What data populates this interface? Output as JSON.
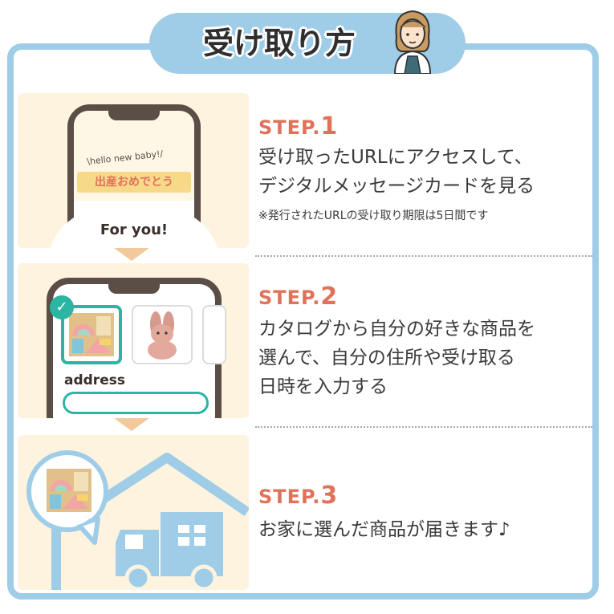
{
  "header": {
    "title": "受け取り方",
    "avatar_icon": "woman-avatar-icon"
  },
  "steps": [
    {
      "label": "STEP.",
      "number": "1",
      "lines": [
        "受け取ったURLにアクセスして、",
        "デジタルメッセージカードを見る"
      ],
      "note": "※発行されたURLの受け取り期限は5日間です"
    },
    {
      "label": "STEP.",
      "number": "2",
      "lines": [
        "カタログから自分の好きな商品を",
        "選んで、自分の住所や受け取る",
        "日時を入力する"
      ]
    },
    {
      "label": "STEP.",
      "number": "3",
      "lines": [
        "お家に選んだ商品が届きます♪"
      ]
    }
  ],
  "illustrations": {
    "phone1": {
      "hello_text": "\\hello new baby!/",
      "banner_text": "出産おめでとう",
      "card_text": "For you!"
    },
    "phone2": {
      "address_label": "address"
    }
  },
  "colors": {
    "accent_blue": "#9fcde8",
    "step_red": "#e0725a",
    "panel_cream": "#fdf3df",
    "teal": "#2bb5a3"
  }
}
